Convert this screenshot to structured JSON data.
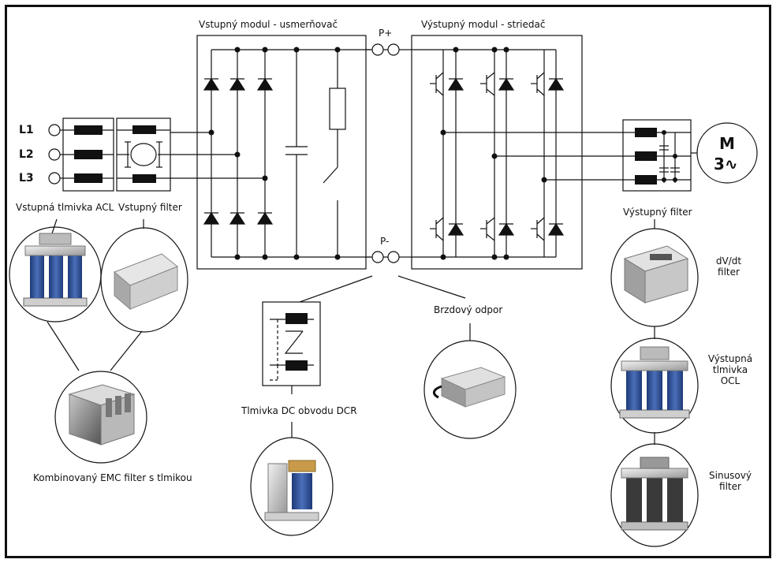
{
  "labels": {
    "input_module": "Vstupný modul - usmerňovač",
    "output_module": "Výstupný modul - striedač",
    "p_plus": "P+",
    "p_minus": "P-",
    "l1": "L1",
    "l2": "L2",
    "l3": "L3",
    "input_choke": "Vstupná tlmivka ACL",
    "input_filter": "Vstupný filter",
    "output_filter": "Výstupný filter",
    "combined_emc": "Kombinovaný EMC filter s tlmikou",
    "dc_choke": "Tlmivka DC obvodu DCR",
    "brake_resistor": "Brzdový odpor",
    "dvdt_filter": "dV/dt filter",
    "output_choke": "Výstupná tlmivka OCL",
    "sine_filter": "Sinusový filter",
    "motor_m": "M",
    "motor_3": "3∿"
  },
  "colors": {
    "line": "#111111",
    "choke_blue": "#2f4f8f",
    "metal_light": "#d9d9d9",
    "metal_dark": "#8a8a8a"
  }
}
